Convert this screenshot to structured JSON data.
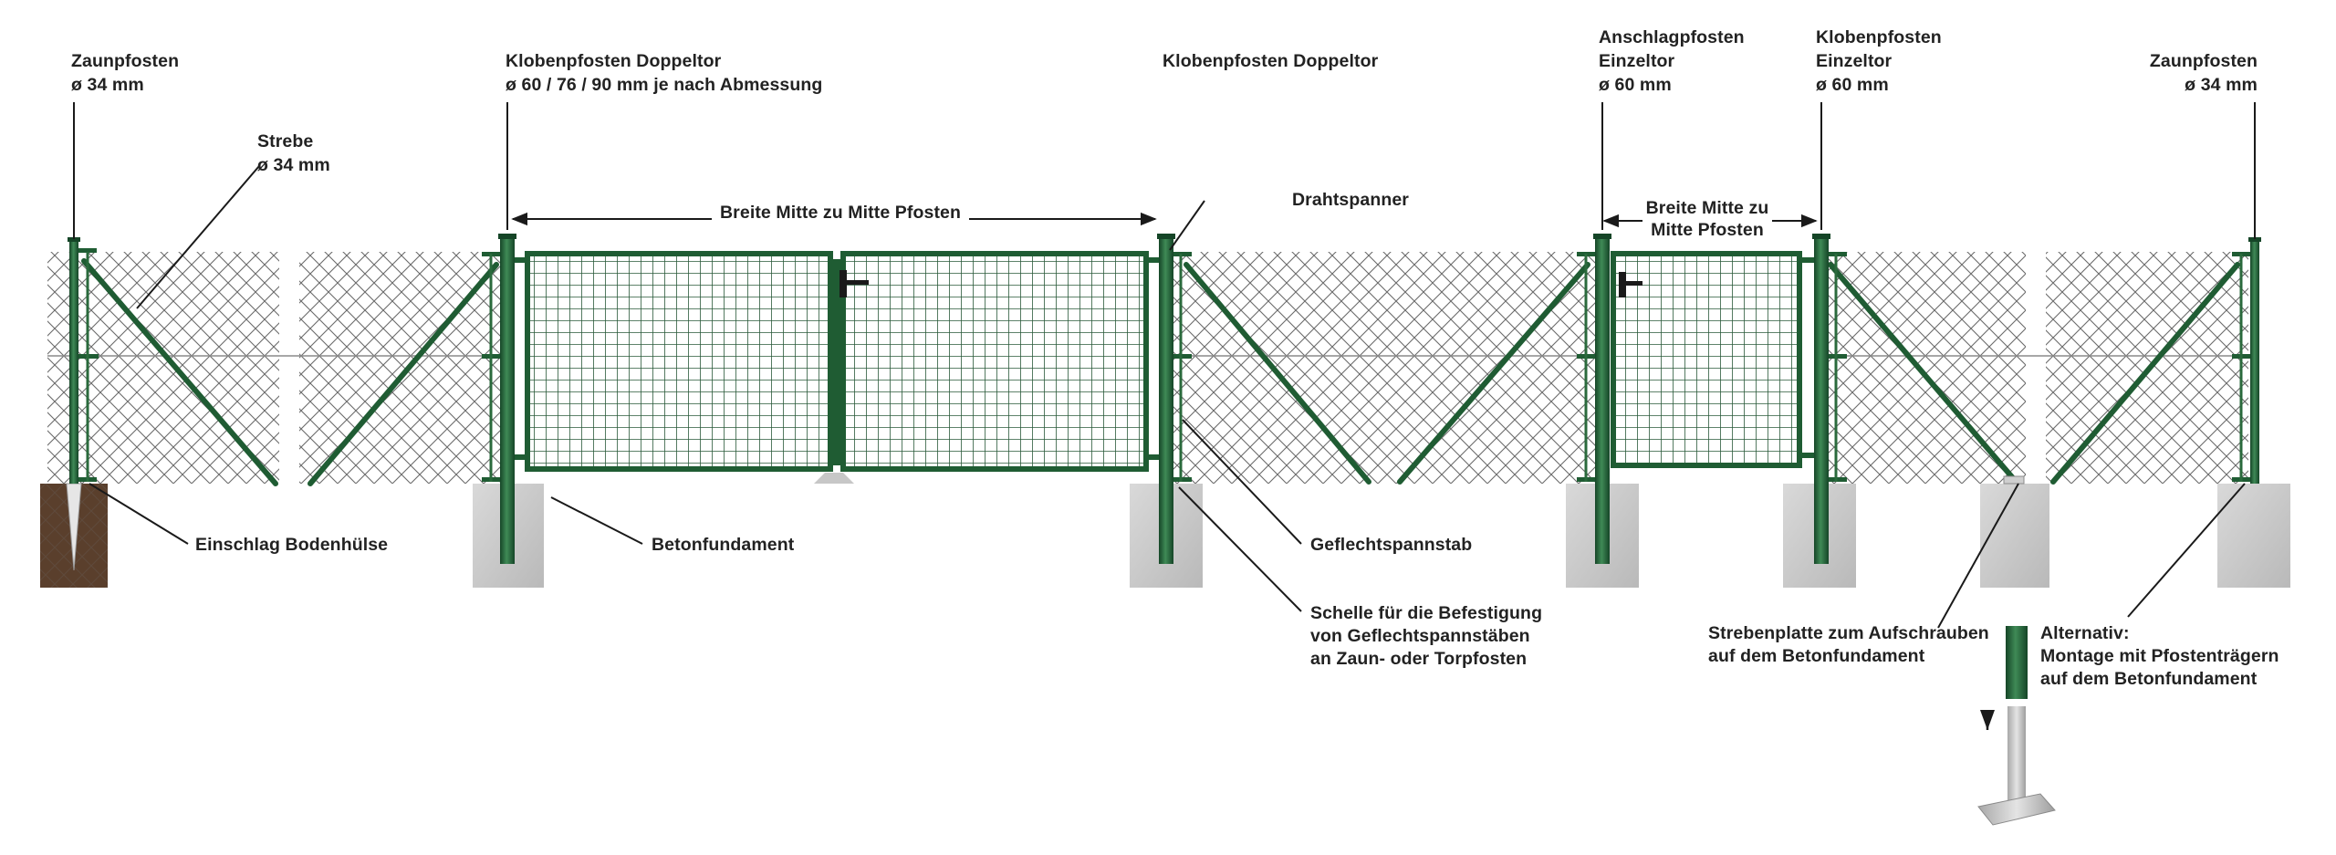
{
  "colors": {
    "post": "#1f5c33",
    "post_dark": "#154527",
    "post_light": "#3f8a56",
    "mesh": "#6a6a6a",
    "concrete": "#cfcfcf",
    "soil": "#5a3f2c",
    "text": "#222222",
    "leader": "#1a1a1a",
    "steel": "#c9c9c9"
  },
  "labels": {
    "zaunpfosten_left": {
      "l1": "Zaunpfosten",
      "l2": "ø 34 mm"
    },
    "strebe": {
      "l1": "Strebe",
      "l2": "ø 34 mm"
    },
    "kloben_double_left": {
      "l1": "Klobenpfosten Doppeltor",
      "l2": "ø 60 / 76 / 90 mm je nach Abmessung"
    },
    "kloben_double_right": {
      "l1": "Klobenpfosten Doppeltor"
    },
    "anschlag_single": {
      "l1": "Anschlagpfosten",
      "l2": "Einzeltor",
      "l3": "ø 60 mm"
    },
    "kloben_single": {
      "l1": "Klobenpfosten",
      "l2": "Einzeltor",
      "l3": "ø 60 mm"
    },
    "zaunpfosten_right": {
      "l1": "Zaunpfosten",
      "l2": "ø 34 mm"
    },
    "breite_double": {
      "l1": "Breite Mitte zu Mitte Pfosten"
    },
    "breite_single": {
      "l1": "Breite Mitte zu",
      "l2": "Mitte Pfosten"
    },
    "drahtspanner": {
      "l1": "Drahtspanner"
    },
    "einschlag": {
      "l1": "Einschlag Bodenhülse"
    },
    "betonfundament": {
      "l1": "Betonfundament"
    },
    "geflechtspannstab": {
      "l1": "Geflechtspannstab"
    },
    "schelle": {
      "l1": "Schelle für die Befestigung",
      "l2": "von Geflechtspannstäben",
      "l3": "an Zaun- oder Torpfosten"
    },
    "strebenplatte": {
      "l1": "Strebenplatte zum Aufschrauben",
      "l2": "auf dem Betonfundament"
    },
    "alternativ": {
      "l1": "Alternativ:",
      "l2": "Montage mit Pfostenträgern",
      "l3": "auf dem Betonfundament"
    }
  }
}
